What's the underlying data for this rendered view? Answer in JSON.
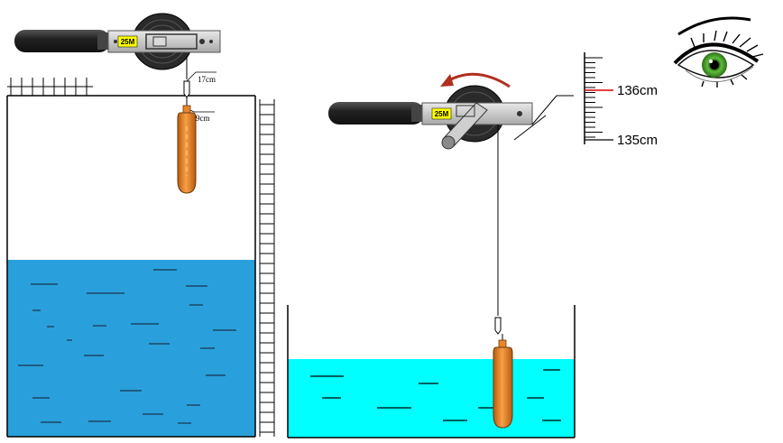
{
  "left_scene": {
    "tape_label": "25M",
    "mark_upper": "17cm",
    "mark_lower": "9cm"
  },
  "right_scene": {
    "tape_label": "25M",
    "scale_reading_upper": "136cm",
    "scale_reading_lower": "135cm"
  },
  "colors": {
    "left_water": "#29a0db",
    "right_water": "#00ffff",
    "probe": "#e8862a",
    "reading_line": "#e00000",
    "arrow": "#b03020",
    "eye_iris": "#5fbf3a"
  },
  "icons": [
    "measuring-tape-reel-icon",
    "water-level-probe-icon",
    "eye-icon",
    "rotation-arrow-icon"
  ]
}
